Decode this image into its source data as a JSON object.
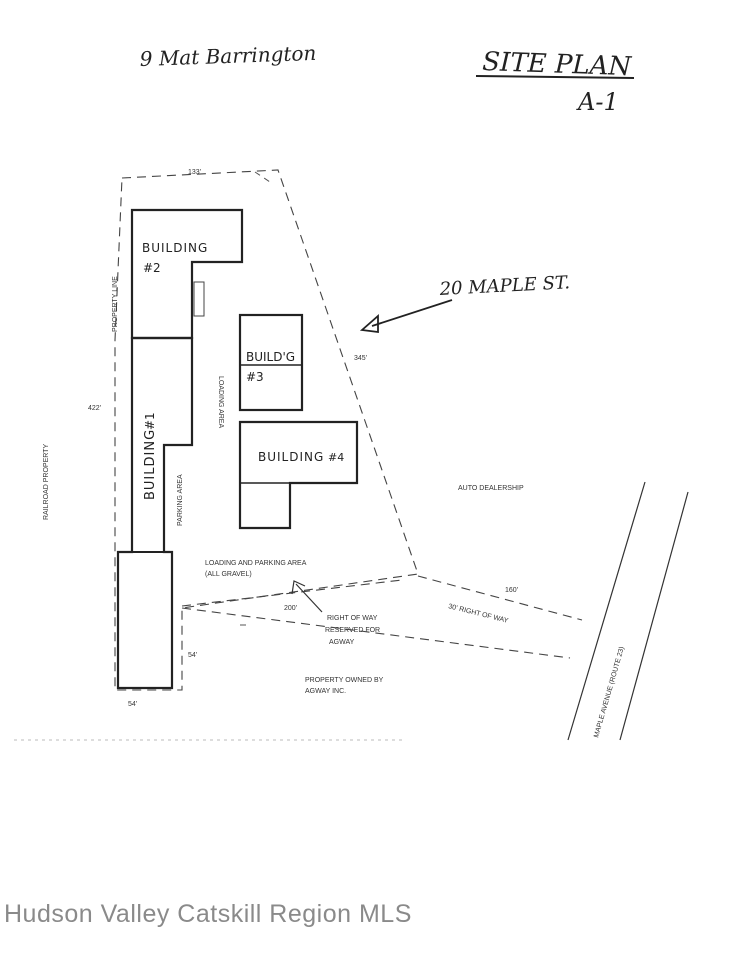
{
  "header": {
    "handwritten_note": "9 Mat Barrington",
    "title": "SITE PLAN",
    "sheet": "A-1"
  },
  "buildings": [
    {
      "label": "BUILDING",
      "number": "#1"
    },
    {
      "label": "BUILDING",
      "number": "#2"
    },
    {
      "label": "BUILD'G",
      "number": "#3"
    },
    {
      "label": "BUILDING",
      "number": "#4"
    }
  ],
  "areas": {
    "loading_area": "LOADING AREA",
    "parking_area": "PARKING AREA",
    "loading_parking_line1": "LOADING AND PARKING AREA",
    "loading_parking_line2": "(ALL GRAVEL)",
    "property_line": "PROPERTY LINE",
    "railroad_property": "RAILROAD PROPERTY",
    "auto_dealership": "AUTO DEALERSHIP",
    "right_of_way_line1": "RIGHT OF WAY",
    "right_of_way_line2": "RESERVED FOR",
    "right_of_way_line3": "AGWAY",
    "row_30": "30' RIGHT OF WAY",
    "agway_line1": "PROPERTY OWNED BY",
    "agway_line2": "AGWAY INC."
  },
  "dimensions": {
    "top": "133'",
    "right": "345'",
    "left": "422'",
    "bottom_left": "54'",
    "bottom_left_2": "54'",
    "row_length": "200'",
    "row_right": "160'"
  },
  "address_callout": "20 MAPLE ST.",
  "road": "MAPLE AVENUE (ROUTE 23)",
  "watermark": "Hudson Valley Catskill Region MLS"
}
